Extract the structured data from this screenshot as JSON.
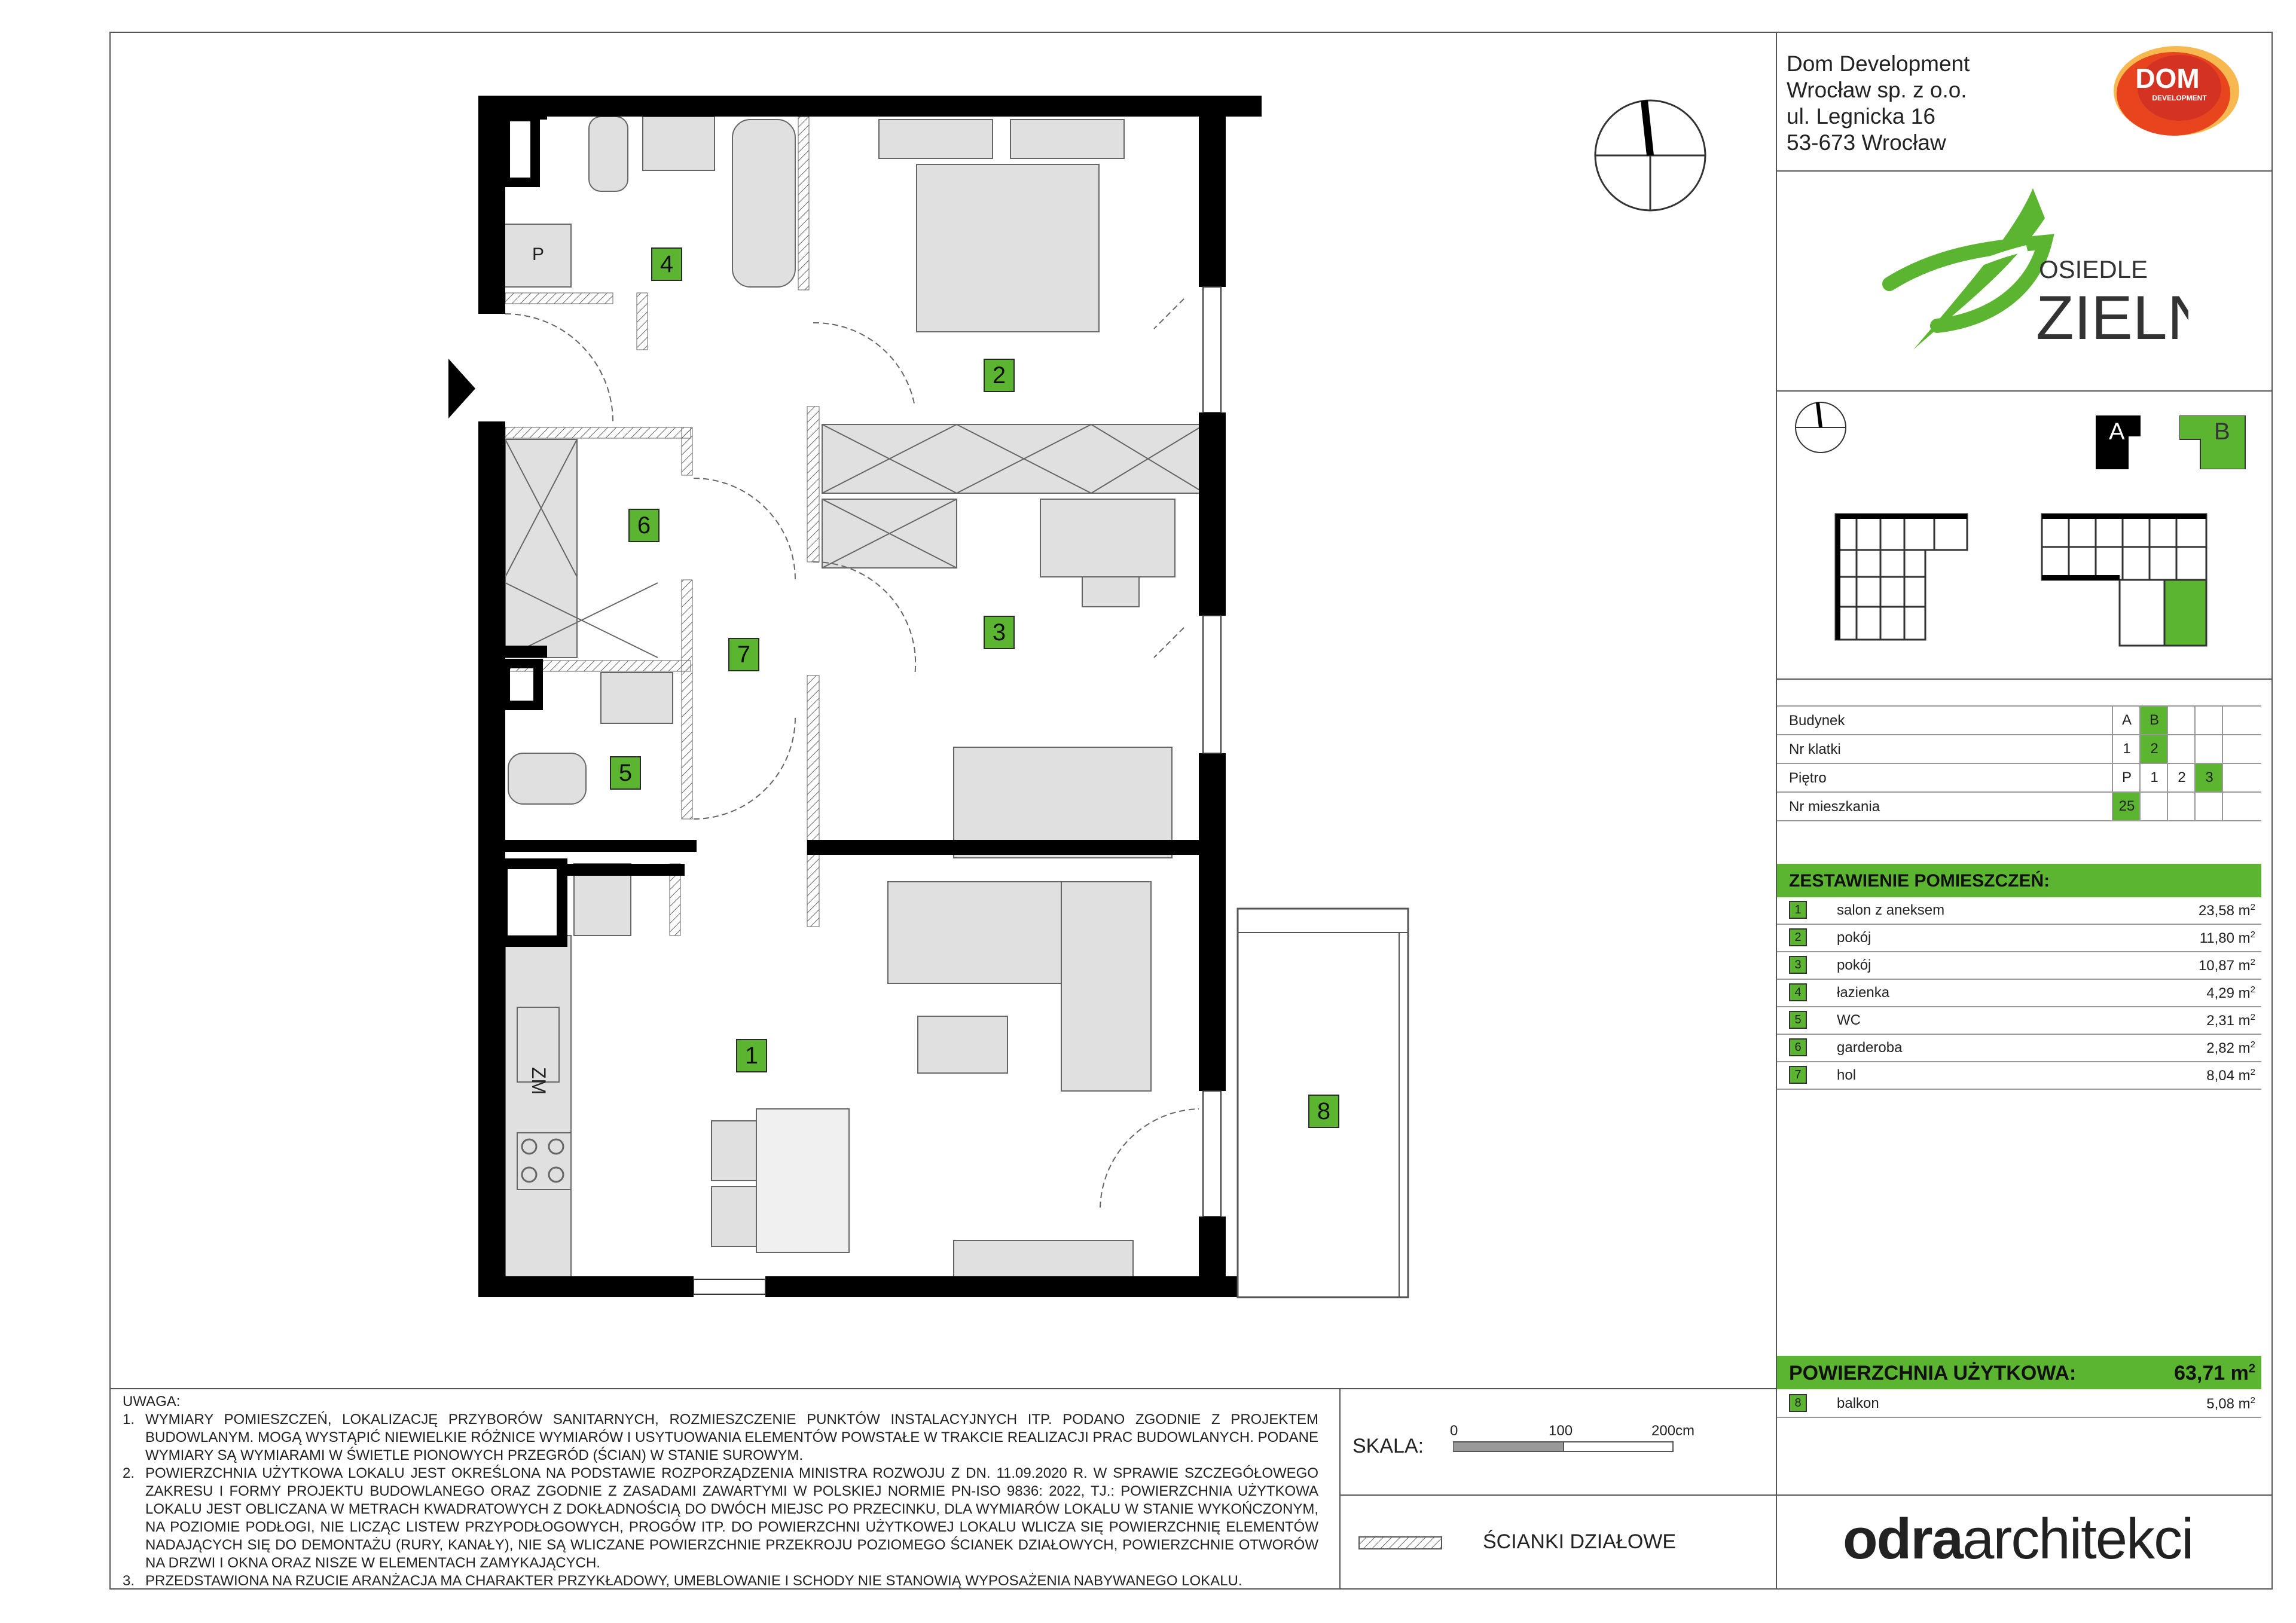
{
  "company": {
    "lines": [
      "Dom Development",
      "Wrocław sp. z o.o.",
      "ul. Legnicka 16",
      "53-673 Wrocław"
    ],
    "logo_text_1": "DOM",
    "logo_text_2": "DEVELOPMENT"
  },
  "project_logo": {
    "line1": "OSIEDLE",
    "line2": "ZIELNA"
  },
  "plan": {
    "rooms": [
      {
        "id": "1"
      },
      {
        "id": "2"
      },
      {
        "id": "3"
      },
      {
        "id": "4"
      },
      {
        "id": "5"
      },
      {
        "id": "6"
      },
      {
        "id": "7"
      },
      {
        "id": "8"
      }
    ],
    "labels": {
      "p": "P",
      "zm": "ZM"
    }
  },
  "building_keys": {
    "a": "A",
    "b": "B"
  },
  "info_table": {
    "building": {
      "label": "Budynek",
      "values": [
        "A",
        "B"
      ],
      "active": 1
    },
    "staircase": {
      "label": "Nr klatki",
      "values": [
        "1",
        "2"
      ],
      "active": 1
    },
    "floor": {
      "label": "Piętro",
      "values": [
        "P",
        "1",
        "2",
        "3"
      ],
      "active": 3
    },
    "apartment": {
      "label": "Nr mieszkania",
      "values": [
        "25"
      ],
      "active": 0
    }
  },
  "rooms_summary": {
    "header": "ZESTAWIENIE POMIESZCZEŃ:",
    "rows": [
      {
        "num": "1",
        "name": "salon z aneksem",
        "area": "23,58 m"
      },
      {
        "num": "2",
        "name": "pokój",
        "area": "11,80 m"
      },
      {
        "num": "3",
        "name": "pokój",
        "area": "10,87 m"
      },
      {
        "num": "4",
        "name": "łazienka",
        "area": "4,29 m"
      },
      {
        "num": "5",
        "name": "WC",
        "area": "2,31 m"
      },
      {
        "num": "6",
        "name": "garderoba",
        "area": "2,82 m"
      },
      {
        "num": "7",
        "name": "hol",
        "area": "8,04 m"
      }
    ],
    "unit_sup": "2"
  },
  "usable_area": {
    "label": "POWIERZCHNIA UŻYTKOWA:",
    "value": "63,71 m",
    "sup": "2"
  },
  "balcony": {
    "num": "8",
    "name": "balkon",
    "area": "5,08 m"
  },
  "notes": {
    "title": "UWAGA:",
    "items": [
      {
        "n": "1.",
        "text": "WYMIARY POMIESZCZEŃ, LOKALIZACJĘ PRZYBORÓW SANITARNYCH, ROZMIESZCZENIE PUNKTÓW INSTALACYJNYCH ITP. PODANO ZGODNIE Z PROJEKTEM BUDOWLANYM. MOGĄ WYSTĄPIĆ NIEWIELKIE RÓŻNICE WYMIARÓW I USYTUOWANIA ELEMENTÓW POWSTAŁE W TRAKCIE REALIZACJI PRAC BUDOWLANYCH. PODANE WYMIARY SĄ WYMIARAMI W ŚWIETLE PIONOWYCH PRZEGRÓD (ŚCIAN) W STANIE SUROWYM."
      },
      {
        "n": "2.",
        "text": "POWIERZCHNIA UŻYTKOWA LOKALU JEST OKREŚLONA NA PODSTAWIE ROZPORZĄDZENIA MINISTRA ROZWOJU Z DN. 11.09.2020 R. W SPRAWIE SZCZEGÓŁOWEGO ZAKRESU I FORMY PROJEKTU BUDOWLANEGO ORAZ ZGODNIE Z ZASADAMI ZAWARTYMI W POLSKIEJ NORMIE PN-ISO 9836: 2022, TJ.: POWIERZCHNIA UŻYTKOWA LOKALU JEST OBLICZANA W METRACH KWADRATOWYCH Z DOKŁADNOŚCIĄ DO DWÓCH MIEJSC PO PRZECINKU, DLA WYMIARÓW LOKALU W STANIE WYKOŃCZONYM, NA POZIOMIE PODŁOGI, NIE LICZĄC LISTEW PRZYPODŁOGOWYCH, PROGÓW ITP. DO POWIERZCHNI UŻYTKOWEJ LOKALU WLICZA SIĘ POWIERZCHNIĘ ELEMENTÓW NADAJĄCYCH SIĘ DO DEMONTAŻU (RURY, KANAŁY), NIE SĄ WLICZANE POWIERZCHNIE PRZEKROJU POZIOMEGO ŚCIANEK DZIAŁOWYCH, POWIERZCHNIE OTWORÓW NA DRZWI I OKNA ORAZ NISZE W ELEMENTACH ZAMYKAJĄCYCH."
      },
      {
        "n": "3.",
        "text": "PRZEDSTAWIONA NA RZUCIE ARANŻACJA MA CHARAKTER PRZYKŁADOWY, UMEBLOWANIE I SCHODY NIE STANOWIĄ WYPOSAŻENIA NABYWANEGO LOKALU."
      }
    ]
  },
  "scale": {
    "label": "SKALA:",
    "t0": "0",
    "t1": "100",
    "t2": "200cm"
  },
  "legend": {
    "partition": "ŚCIANKI DZIAŁOWE"
  },
  "architect": {
    "bold": "odra",
    "rest": "architekci"
  },
  "colors": {
    "accent": "#5cb531",
    "wall": "#000000",
    "furniture": "#e0e0e0",
    "dom_logo": "#e8451e"
  }
}
